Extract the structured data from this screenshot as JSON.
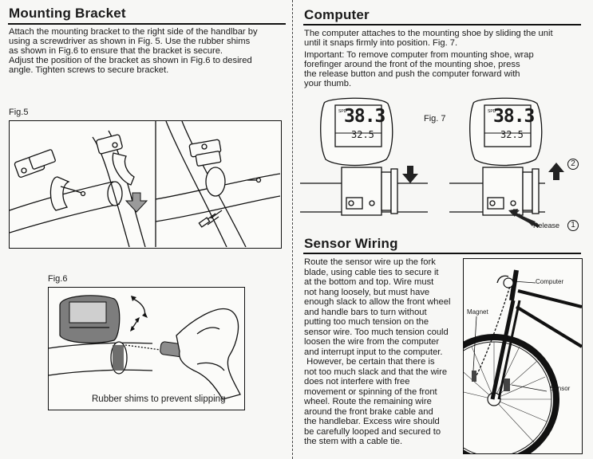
{
  "mounting": {
    "heading": "Mounting Bracket",
    "lines": [
      "Attach the mounting bracket to the right side of the handlbar by",
      "using a screwdriver as shown in Fig. 5. Use the rubber shims",
      "as shown in Fig.6 to ensure that the bracket is secure.",
      "Adjust the position of the bracket as shown in Fig.6 to desired",
      "angle. Tighten screws to secure bracket."
    ],
    "fig5_label": "Fig.5",
    "fig6_label": "Fig.6",
    "fig6_caption": "Rubber shims to prevent slipping"
  },
  "computer": {
    "heading": "Computer",
    "lines": [
      "The computer attaches to the mounting shoe by sliding the unit",
      "until it snaps firmly into position. Fig. 7.",
      "Important: To remove computer from mounting shoe, wrap",
      "forefinger around the front of the mounting shoe, press",
      "the release button and push the computer forward with",
      "your thumb."
    ],
    "fig7_label": "Fig. 7",
    "display_big": "38.3",
    "display_small": "32.5",
    "release_label": "Release",
    "step1": "1",
    "step2": "2"
  },
  "sensor": {
    "heading": "Sensor Wiring",
    "lines": [
      "Route the sensor wire up the fork",
      "blade, using cable ties to secure it",
      "at the bottom and top. Wire must",
      "not hang loosely, but must have",
      "enough slack to allow the front wheel",
      "and handle bars to turn without",
      "putting too much tension on the",
      "sensor wire. Too much tension could",
      "loosen the wire from the computer",
      "and interrupt input to the computer.",
      " However, be certain that there is",
      "not too much slack and that the wire",
      "does not interfere with free",
      "movement or spinning of the front",
      "wheel. Route the remaining wire",
      "around the front brake cable and",
      "the handlebar. Excess wire should",
      "be carefully looped and secured to",
      "the stem with a cable tie."
    ],
    "label_computer": "Computer",
    "label_magnet": "Magnet",
    "label_sensor": "Sensor"
  }
}
